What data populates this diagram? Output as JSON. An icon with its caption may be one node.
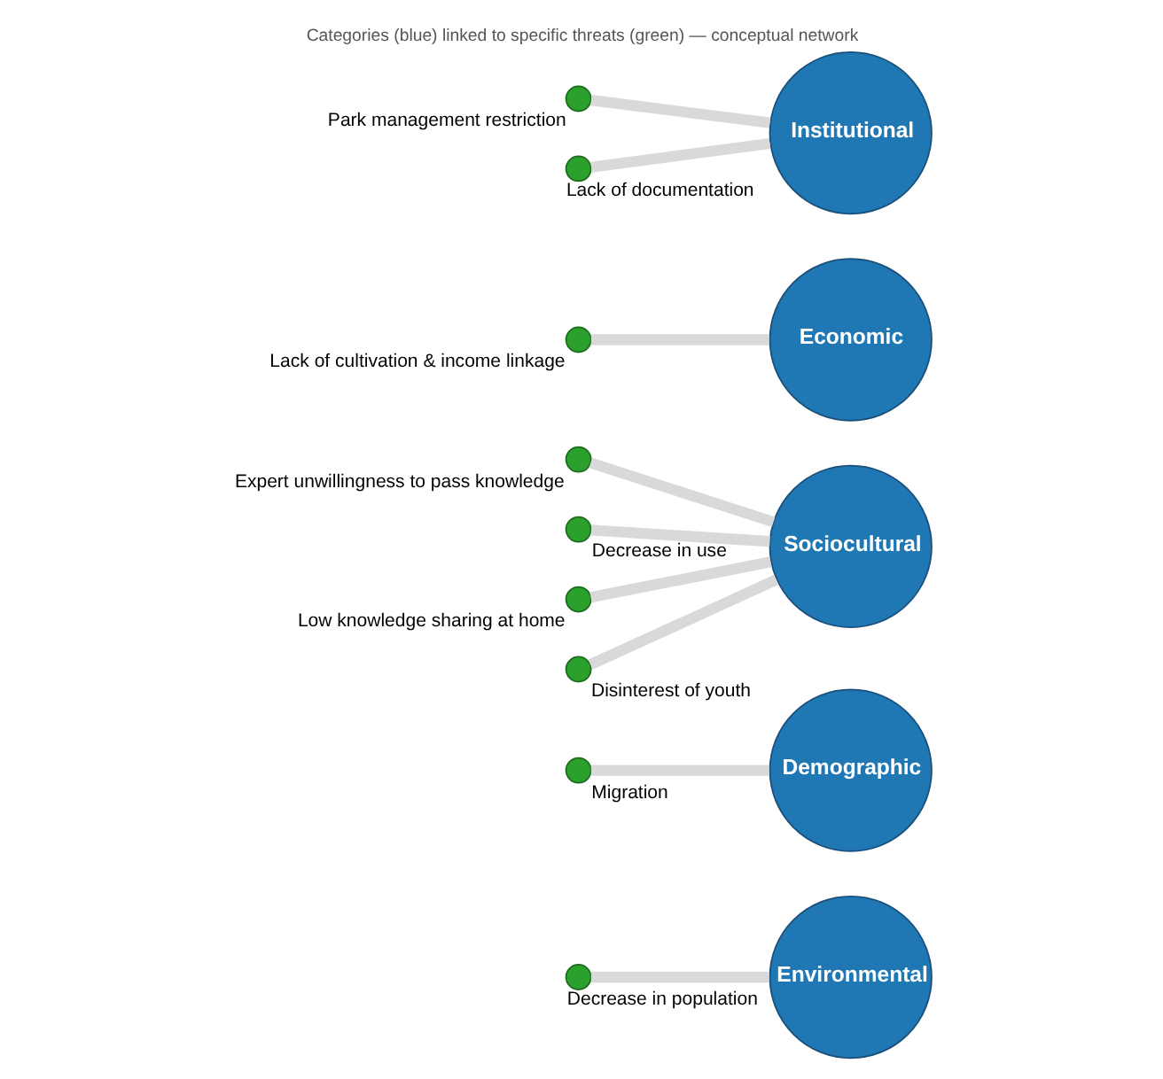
{
  "diagram": {
    "title": "Categories (blue) linked to specific threats (green) — conceptual network",
    "nodes": [
      {
        "text": [
          "Environmental"
        ]
      },
      {
        "text": [
          "Demographic"
        ]
      },
      {
        "text": [
          "Sociocultural"
        ]
      },
      {
        "text": [
          "Economic"
        ]
      },
      {
        "text": [
          "Institutional"
        ]
      },
      {
        "text": [
          "Migration"
        ]
      },
      {
        "text": [
          "Decrease in population"
        ]
      },
      {
        "text": [
          "Expert unwillingness to pass knowledge"
        ]
      },
      {
        "text": [
          "Decrease in use"
        ]
      },
      {
        "text": [
          "Lack of cultivation & income linkage"
        ]
      },
      {
        "text": [
          "Low knowledge sharing at home"
        ]
      },
      {
        "text": [
          "Park management restriction"
        ]
      },
      {
        "text": [
          "Disinterest of youth"
        ]
      },
      {
        "text": [
          "Lack of documentation"
        ]
      }
    ],
    "edges": [
      {
        "from": 0,
        "to": 6,
        "arrow": "none"
      },
      {
        "from": 1,
        "to": 5,
        "arrow": "none"
      },
      {
        "from": 2,
        "to": 7,
        "arrow": "none"
      },
      {
        "from": 2,
        "to": 8,
        "arrow": "none"
      },
      {
        "from": 2,
        "to": 10,
        "arrow": "none"
      },
      {
        "from": 2,
        "to": 12,
        "arrow": "none"
      },
      {
        "from": 3,
        "to": 9,
        "arrow": "none"
      },
      {
        "from": 4,
        "to": 11,
        "arrow": "none"
      },
      {
        "from": 4,
        "to": 13,
        "arrow": "none"
      }
    ]
  }
}
